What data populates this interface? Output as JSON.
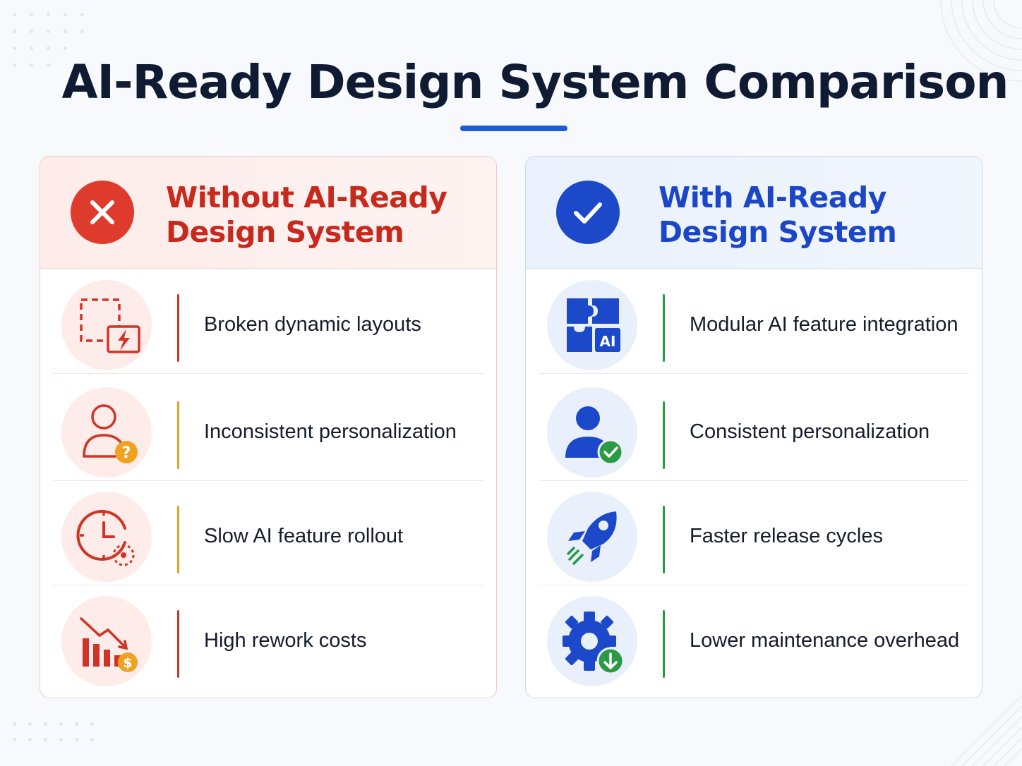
{
  "title": "AI-Ready Design System Comparison",
  "colors": {
    "negative": "#de3b2c",
    "positive": "#1c49c9",
    "warning": "#e8a020",
    "success": "#2a9a43"
  },
  "without": {
    "header_line1": "Without AI-Ready",
    "header_line2": "Design System",
    "header_icon": "close-x-icon",
    "items": [
      {
        "label": "Broken dynamic layouts",
        "icon": "broken-layout-icon"
      },
      {
        "label": "Inconsistent personalization",
        "icon": "user-question-icon"
      },
      {
        "label": "Slow AI feature rollout",
        "icon": "clock-delay-icon"
      },
      {
        "label": "High rework costs",
        "icon": "declining-cost-chart-icon"
      }
    ]
  },
  "with": {
    "header_line1": "With AI-Ready",
    "header_line2": "Design System",
    "header_icon": "checkmark-icon",
    "items": [
      {
        "label": "Modular AI feature integration",
        "icon": "ai-puzzle-icon",
        "badge": "AI"
      },
      {
        "label": "Consistent personalization",
        "icon": "user-check-icon"
      },
      {
        "label": "Faster release cycles",
        "icon": "rocket-icon"
      },
      {
        "label": "Lower maintenance overhead",
        "icon": "gear-download-icon"
      }
    ]
  }
}
